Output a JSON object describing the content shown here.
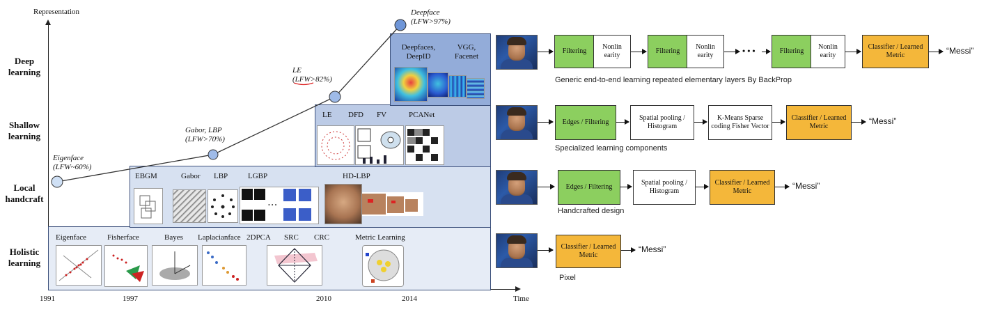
{
  "timeline": {
    "y_axis_label": "Representation",
    "x_axis_label": "Time",
    "categories": [
      "Deep learning",
      "Shallow learning",
      "Local handcraft",
      "Holistic learning"
    ],
    "years": [
      "1991",
      "1997",
      "2010",
      "2014"
    ],
    "milestones": [
      {
        "name": "Eigenface",
        "value": "(LFW~60%)"
      },
      {
        "name": "Gabor, LBP",
        "value": "(LFW>70%)"
      },
      {
        "name": "LE",
        "value": "(LFW>82%)"
      },
      {
        "name": "Deepface",
        "value": "(LFW>97%)"
      }
    ],
    "holistic_methods": [
      "Eigenface",
      "Fisherface",
      "Bayes",
      "Laplacianface",
      "2DPCA",
      "SRC",
      "CRC",
      "Metric Learning"
    ],
    "local_methods": [
      "EBGM",
      "Gabor",
      "LBP",
      "LGBP",
      "HD-LBP"
    ],
    "shallow_methods": [
      "LE",
      "DFD",
      "FV",
      "PCANet"
    ],
    "deep_methods": [
      "Deepfaces, DeepID",
      "VGG, Facenet"
    ]
  },
  "pipelines": {
    "deep": {
      "boxes": [
        "Filtering",
        "Nonlin earity",
        "Filtering",
        "Nonlin earity",
        "Filtering",
        "Nonlin earity",
        "Classifier / Learned Metric"
      ],
      "ellipsis": "• • •",
      "output": "“Messi”",
      "caption": "Generic end-to-end learning repeated elementary layers By BackProp"
    },
    "shallow": {
      "boxes": [
        "Edges / Filtering",
        "Spatial pooling / Histogram",
        "K-Means Sparse coding Fisher Vector",
        "Classifier / Learned Metric"
      ],
      "output": "“Messi”",
      "caption": "Specialized learning components"
    },
    "handcraft": {
      "boxes": [
        "Edges / Filtering",
        "Spatial pooling / Histogram",
        "Classifier / Learned Metric"
      ],
      "output": "“Messi”",
      "caption": "Handcrafted design"
    },
    "pixel": {
      "boxes": [
        "Classifier / Learned Metric"
      ],
      "output": "“Messi”",
      "caption": "Pixel"
    }
  },
  "colors": {
    "green": "#8ccf5f",
    "orange": "#f4b73a",
    "tier_dark": "#93acd9"
  }
}
